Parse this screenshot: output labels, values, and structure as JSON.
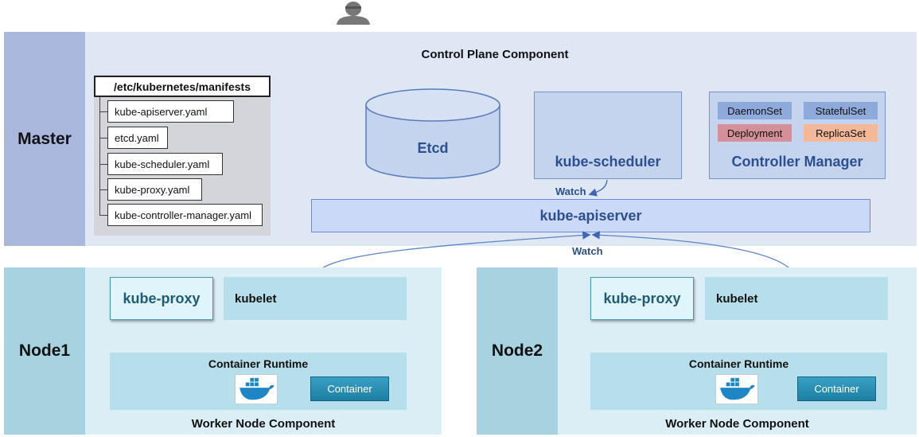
{
  "master": {
    "label": "Master",
    "control_plane_title": "Control Plane Component",
    "manifests_dir": "/etc/kubernetes/manifests",
    "manifest_files": [
      "kube-apiserver.yaml",
      "etcd.yaml",
      "kube-scheduler.yaml",
      "kube-proxy.yaml",
      "kube-controller-manager.yaml"
    ],
    "etcd": "Etcd",
    "scheduler": "kube-scheduler",
    "controller_manager": {
      "label": "Controller Manager",
      "tags": [
        "DaemonSet",
        "StatefulSet",
        "Deployment",
        "ReplicaSet"
      ]
    },
    "apiserver": "kube-apiserver",
    "watch_top": "Watch",
    "watch_bottom": "Watch"
  },
  "nodes": [
    {
      "label": "Node1",
      "kube_proxy": "kube-proxy",
      "kubelet": "kubelet",
      "runtime_title": "Container Runtime",
      "container": "Container",
      "worker_label": "Worker Node Component"
    },
    {
      "label": "Node2",
      "kube_proxy": "kube-proxy",
      "kubelet": "kubelet",
      "runtime_title": "Container Runtime",
      "container": "Container",
      "worker_label": "Worker Node Component"
    }
  ],
  "colors": {
    "master_label": "#a9b8dc",
    "master_body": "#dfe7f5",
    "node_label": "#a6d3df",
    "node_body": "#dbeef5",
    "tag_blue": "#8eaadb",
    "tag_red": "#d4909a",
    "tag_orange": "#f2b898"
  },
  "icons": [
    "user-icon",
    "docker-whale-icon"
  ]
}
